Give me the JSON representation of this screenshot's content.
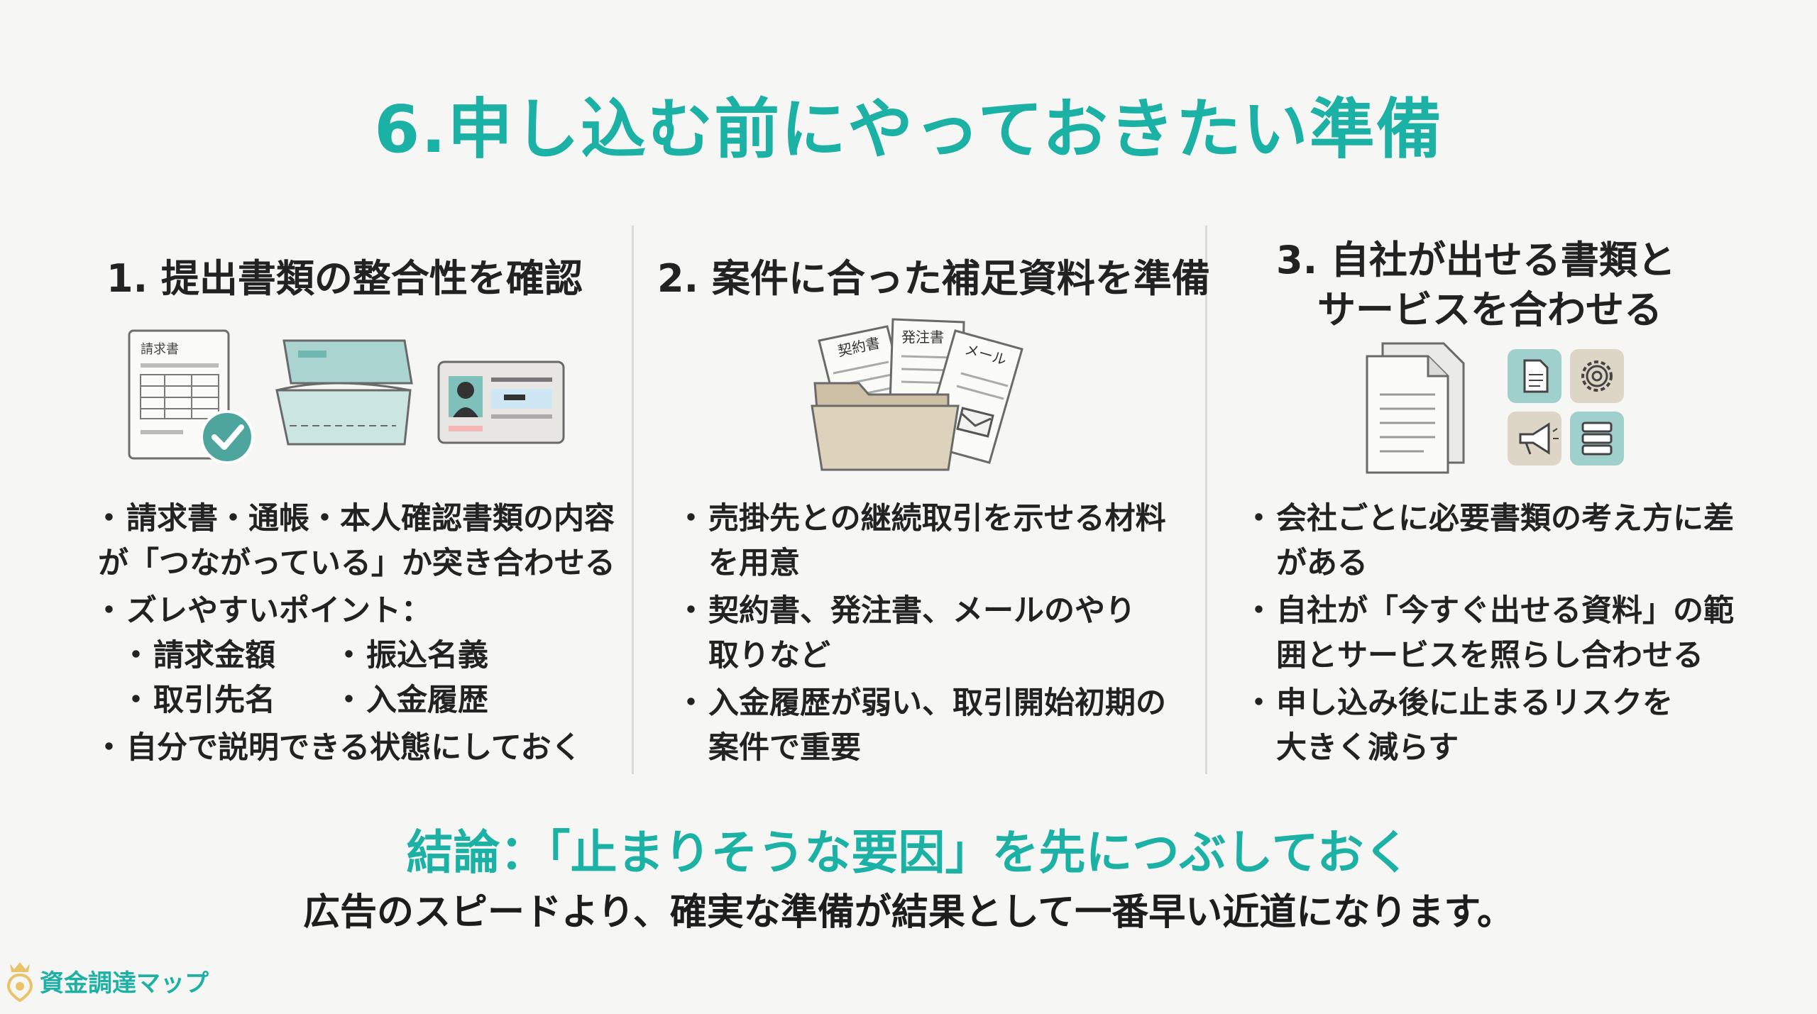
{
  "title": "6.申し込む前にやっておきたい準備",
  "columns": [
    {
      "heading": "1. 提出書類の整合性を確認",
      "illustration_labels": {
        "invoice": "請求書"
      },
      "bullets": [
        {
          "line1": "請求書・通帳・本人確認書類の内容",
          "line2": "が「つながっている」か突き合わせる"
        },
        {
          "line1": "ズレやすいポイント："
        },
        {
          "line1": "自分で説明できる状態にしておく"
        }
      ],
      "sub_points": [
        "請求金額",
        "振込名義",
        "取引先名",
        "入金履歴"
      ]
    },
    {
      "heading": "2. 案件に合った補足資料を準備",
      "illustration_labels": {
        "doc1": "契約書",
        "doc2": "発注書",
        "doc3": "メール"
      },
      "bullets": [
        {
          "line1": "売掛先との継続取引を示せる材料",
          "line2": "を用意"
        },
        {
          "line1": "契約書、発注書、メールのやり",
          "line2": "取りなど"
        },
        {
          "line1": "入金履歴が弱い、取引開始初期の",
          "line2": "案件で重要"
        }
      ]
    },
    {
      "heading_line1": "3. 自社が出せる書類と",
      "heading_line2": "サービスを合わせる",
      "bullets": [
        {
          "line1": "会社ごとに必要書類の考え方に差",
          "line2": "がある"
        },
        {
          "line1": "自社が「今すぐ出せる資料」の範",
          "line2": "囲とサービスを照らし合わせる"
        },
        {
          "line1": "申し込み後に止まるリスクを",
          "line2": "大きく減らす"
        }
      ]
    }
  ],
  "conclusion": "結論：「止まりそうな要因」を先につぶしておく",
  "tagline": "広告のスピードより、確実な準備が結果として一番早い近道になります。",
  "logo_text": "資金調達マップ",
  "colors": {
    "accent": "#1cb1a5",
    "text": "#222222",
    "background": "#f6f6f4",
    "teal_soft": "#9fd0cc",
    "beige": "#ddd6c6"
  },
  "icons": [
    "invoice-icon",
    "checkmark-badge-icon",
    "bankbook-icon",
    "id-card-icon",
    "folder-icon",
    "envelope-icon",
    "documents-stack-icon",
    "document-icon",
    "gear-icon",
    "megaphone-icon",
    "server-list-icon",
    "logo-pin-icon"
  ]
}
